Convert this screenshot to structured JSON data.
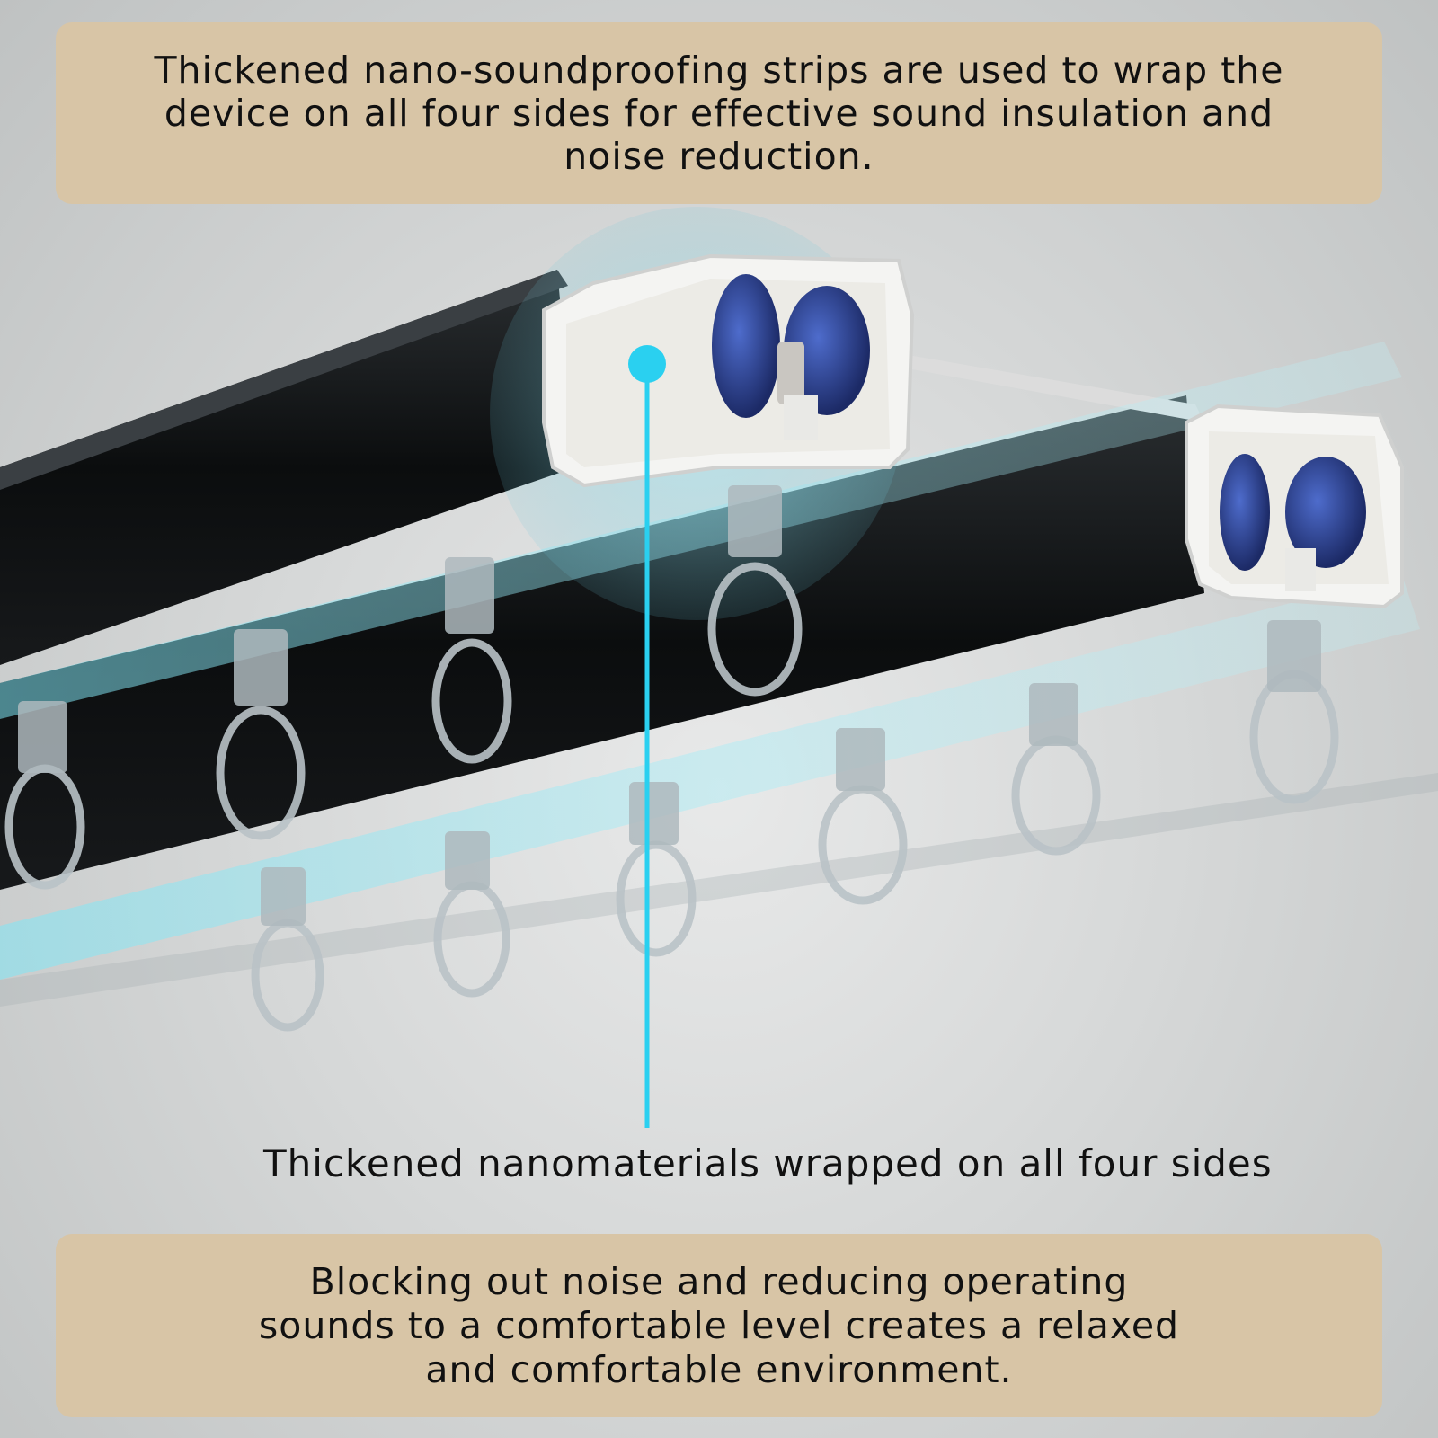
{
  "top_banner": {
    "text": "Thickened nano-soundproofing strips are used to wrap the device on all four sides for effective sound insulation and noise reduction."
  },
  "callout": {
    "label": "Thickened nanomaterials wrapped on all four sides"
  },
  "bottom_banner": {
    "text": "Blocking out noise and reducing operating sounds to a comfortable level creates a relaxed and comfortable environment."
  },
  "colors": {
    "banner_bg": "#d8c5a6",
    "accent_cyan": "#2ad0f0",
    "rail_black": "#0b0d0e",
    "wheel_blue": "#2a3f8f"
  }
}
